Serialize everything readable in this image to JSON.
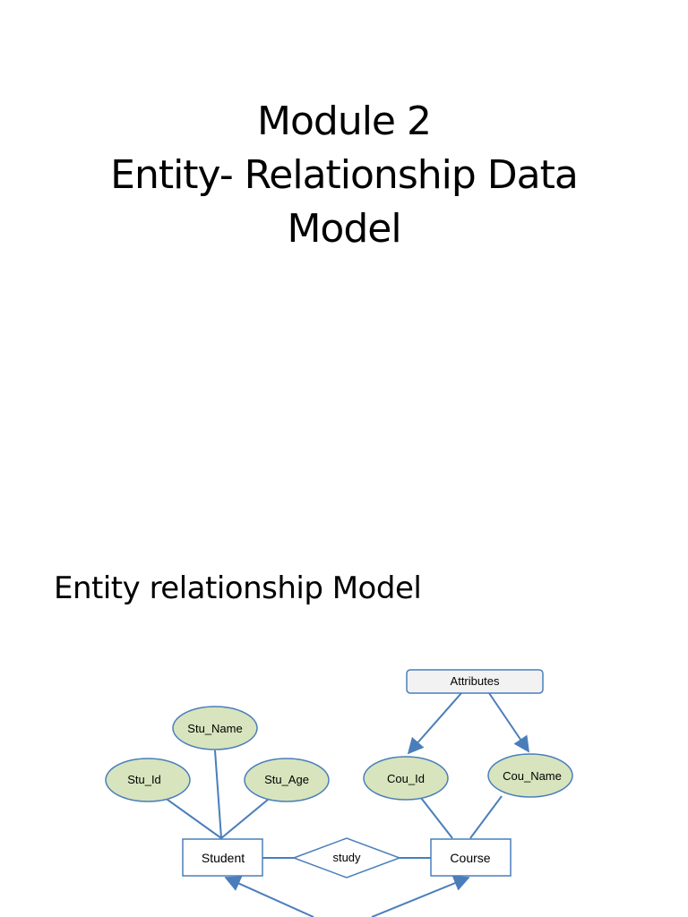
{
  "slide1": {
    "title_lines": [
      "Module 2",
      "Entity- Relationship Data",
      "Model"
    ]
  },
  "slide2": {
    "heading": "Entity relationship Model",
    "diagram": {
      "attributes_box": "Attributes",
      "attributes": {
        "stu_name": "Stu_Name",
        "stu_id": "Stu_Id",
        "stu_age": "Stu_Age",
        "cou_id": "Cou_Id",
        "cou_name": "Cou_Name"
      },
      "entities": {
        "student": "Student",
        "course": "Course"
      },
      "relationship": "study"
    }
  },
  "colors": {
    "attribute_fill": "#d7e4bd",
    "line": "#4a7ebb",
    "box_fill": "#f2f2f2"
  }
}
